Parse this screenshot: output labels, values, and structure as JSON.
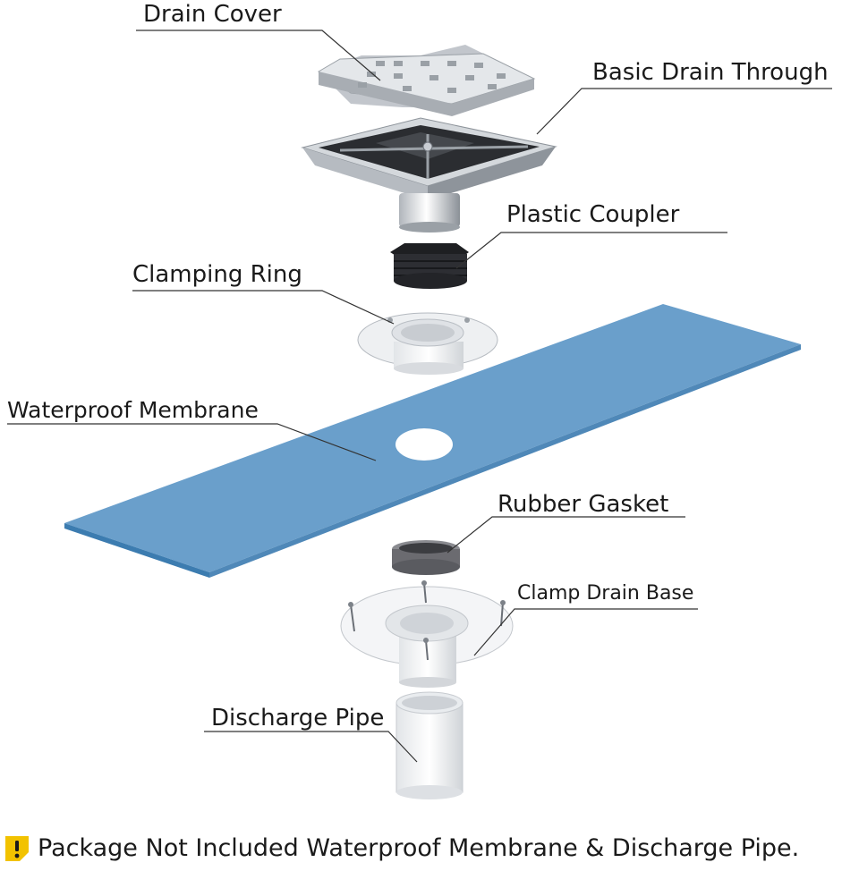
{
  "labels": {
    "drain_cover": "Drain Cover",
    "basic_drain": "Basic Drain Through",
    "plastic_coupler": "Plastic Coupler",
    "clamping_ring": "Clamping Ring",
    "waterproof_membrane": "Waterproof Membrane",
    "rubber_gasket": "Rubber Gasket",
    "clamp_drain_base": "Clamp Drain Base",
    "discharge_pipe": "Discharge Pipe"
  },
  "footer": {
    "note": "Package Not Included Waterproof Membrane & Discharge Pipe.",
    "icon": "warning-icon"
  },
  "colors": {
    "membrane": "#6a9fcb",
    "membrane_edge": "#3c7cb0",
    "steel": "#c9cdd3",
    "coupler": "#2a2a2e",
    "plastic": "#f4f5f7",
    "gasket": "#6b6b70",
    "warning": "#f2c200"
  }
}
